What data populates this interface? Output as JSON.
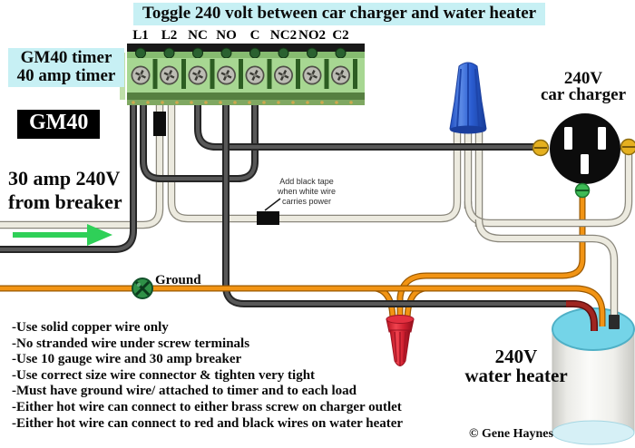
{
  "title": "Toggle 240 volt between car charger and water heater",
  "timer_label": {
    "line1": "GM40 timer",
    "line2": "40 amp timer"
  },
  "timer_badge": "GM40",
  "terminals": {
    "labels": [
      "L1",
      "L2",
      "NC",
      "NO",
      "C",
      "NC2",
      "NO2",
      "C2"
    ]
  },
  "breaker_label": {
    "line1": "30 amp 240V",
    "line2": "from breaker"
  },
  "tape_note": {
    "line1": "Add black tape",
    "line2": "when white wire",
    "line3": "carries power"
  },
  "ground_label": "Ground",
  "charger_label": {
    "line1": "240V",
    "line2": "car charger"
  },
  "heater_label": {
    "line1": "240V",
    "line2": "water heater"
  },
  "notes": [
    "-Use solid copper wire only",
    "-No stranded wire under screw terminals",
    "-Use 10 gauge wire and 30 amp breaker",
    "-Use correct size wire connector & tighten very tight",
    "-Must have ground wire/ attached to timer and to each load",
    "-Either hot wire can connect to either brass screw on charger outlet",
    "-Either hot wire can connect to red and black wires on water heater"
  ],
  "credit": "© Gene Haynes",
  "colors": {
    "label_bg": "#c7f0f4",
    "hot_wire_black": "#3d3d3d",
    "neutral_wire_white": "#eceadf",
    "ground_wire_orange": "#f29414",
    "heater_feed_red": "#a02520",
    "arrow_green": "#2fd058",
    "wire_nut_blue": "#2a5cd0",
    "wire_nut_red": "#d02030",
    "terminal_block_green": "#a7d792",
    "brass_screw": "#e5b01f",
    "ground_screw_green": "#2f9147"
  }
}
